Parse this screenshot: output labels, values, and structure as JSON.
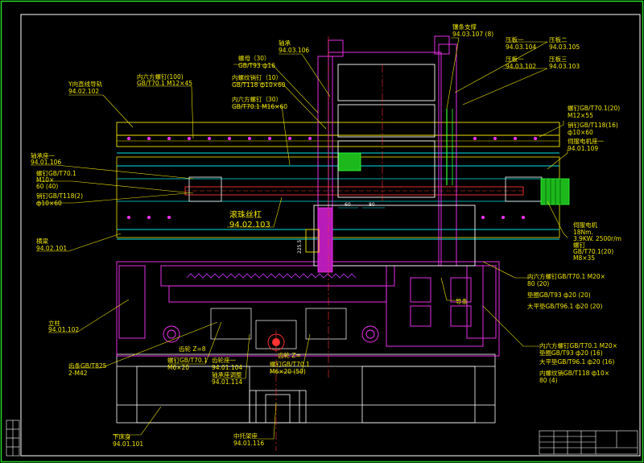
{
  "labels": {
    "bolt_m12x45": {
      "l1": "内六方螺钉(100)",
      "l2": "GB/T70.1 M12×45"
    },
    "y_guide": {
      "l1": "Y向直线导轨",
      "l2": "94.02.102"
    },
    "slide_seat": {
      "l1": "轴承座一",
      "l2": "94.01.106"
    },
    "bolt_m10": {
      "l1": "螺钉GB/T70.1",
      "l2": "M10×",
      "l3": "60 (40)"
    },
    "pin_left": {
      "l1": "销钉GB/T118(2)",
      "l2": "ф10×60"
    },
    "beam": {
      "l1": "横梁",
      "l2": "94.02.101"
    },
    "column": {
      "l1": "立柱",
      "l2": "94.01.102"
    },
    "rack": {
      "l1": "齿条GB/T825",
      "l2": "2-M42"
    },
    "lower_bed": {
      "l1": "下床身",
      "l2": "94.01.101"
    },
    "nut_top": {
      "l1": "螺母（30）",
      "l2": "GB/T93 ф16"
    },
    "pin_top": {
      "l1": "内螺纹销钉（10）",
      "l2": "GB/T118 ф10×60"
    },
    "bolt_m16": {
      "l1": "内六方螺钉（30）",
      "l2": "GB/T70.1 M16×60"
    },
    "ballscrew_lbl": {
      "l1": "滚珠丝杠",
      "l2": "94.02.103"
    },
    "bearing_top": {
      "l1": "轴承",
      "l2": "94.03.106"
    },
    "slide_plate": {
      "l1": "镶条支撑",
      "l2": "94.03.107 (8)"
    },
    "press_plate1": {
      "l1": "压板一",
      "l2": "94.03.104"
    },
    "press_plate2": {
      "l1": "压板二",
      "l2": "94.03.105"
    },
    "press_plate3": {
      "l1": "压板一",
      "l2": "94.03.102"
    },
    "press_plate4": {
      "l1": "压板三",
      "l2": "94.03.103"
    },
    "bolt_m12x55": {
      "l1": "螺钉GB/T70.1(20)",
      "l2": "M12×55"
    },
    "pin_right": {
      "l1": "销钉GB/T118(16)",
      "l2": "ф10×60"
    },
    "servo_seat": {
      "l1": "伺服电机座一",
      "l2": "94.01.109"
    },
    "servo_motor": {
      "l1": "伺服电机",
      "l2": "18Nm.",
      "l3": "3.9KW. 2500r/m",
      "l4": "螺钉",
      "l5": "GB/T70.1(20)",
      "l6": "M8×35"
    },
    "bolt_m20a": {
      "l1": "内六方螺钉GB/T70.1  M20×",
      "l2": "80 (20)"
    },
    "washer_a": {
      "l1": "垫圈GB/T93  ф20 (20)",
      "l2": "大平垫GB/T96.1  ф20 (20)"
    },
    "bolt_m20b": {
      "l1": "内六方螺钉GB/T70.1  M20×",
      "l2": "垫圈GB/T93  ф20 (16)",
      "l3": "大平垫GB/T96.1  ф20 (16)",
      "l4": "内螺纹销GB/T118  ф10×",
      "l5": "80 (4)"
    },
    "pinion": {
      "l1": "齿轮 Z=8",
      "l2": ""
    },
    "screw_m6a": {
      "l1": "螺钉GB/T70.1",
      "l2": "M6×20"
    },
    "gear_seat": {
      "l1": "齿轮座一",
      "l2": "94.01.104"
    },
    "bearing_seat": {
      "l1": "轴承座调整",
      "l2": "94.01.114"
    },
    "pinion2": {
      "l1": "齿轮 Z=",
      "l2": ""
    },
    "screw_m6b": {
      "l1": "螺钉GB/T70.1",
      "l2": "M6×20 (50)"
    },
    "slide_bottom": {
      "l1": "导条"
    },
    "center_bed": {
      "l1": "中托架座",
      "l2": "94.01.116"
    }
  },
  "dims": {
    "d1": "60",
    "d2": "80",
    "d3": "225.5"
  }
}
